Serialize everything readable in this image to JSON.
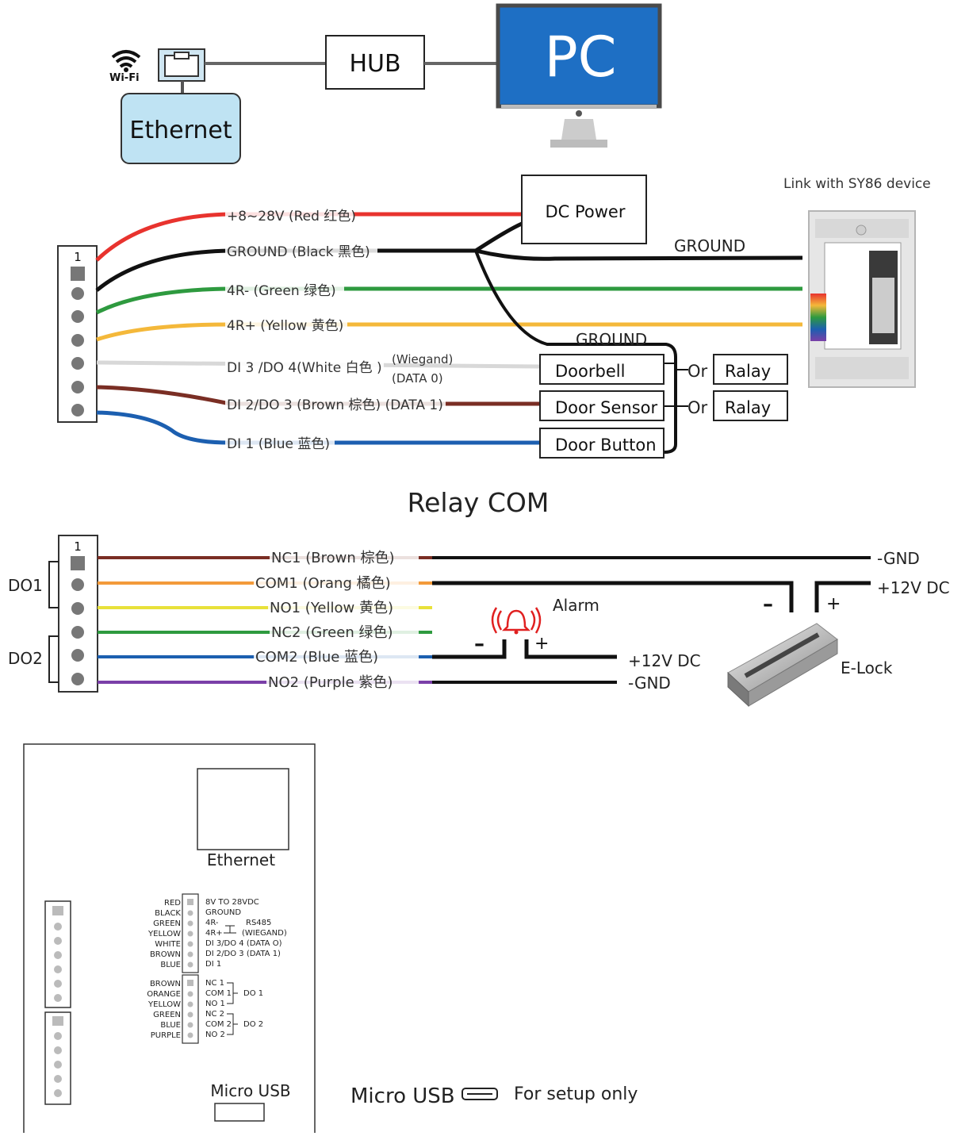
{
  "network": {
    "wifi": "Wi-Fi",
    "ethernet": "Ethernet",
    "hub": "HUB",
    "pc": "PC"
  },
  "wiring": {
    "dc_power": "DC Power",
    "link_device": "Link  with  SY86  device",
    "ground_top": "GROUND",
    "ground_mid": "GROUND",
    "pin1": "1",
    "wires": [
      {
        "label": "+8~28V (Red 红色)",
        "color": "#e8332e"
      },
      {
        "label": "GROUND (Black 黑色)",
        "color": "#111111"
      },
      {
        "label": "4R- (Green 绿色)",
        "color": "#2e9a3f"
      },
      {
        "label": "4R+ (Yellow 黄色)",
        "color": "#f4b83a"
      },
      {
        "label": "DI 3 /DO 4(White 白色 )",
        "color": "#d8d8d8"
      },
      {
        "label": "DI 2/DO 3 (Brown 棕色) (DATA 1)",
        "color": "#7a2e24"
      },
      {
        "label": "DI 1 (Blue 蓝色)",
        "color": "#1c5fb0"
      }
    ],
    "wiegand": "(Wiegand)",
    "data0": "(DATA 0)",
    "doorbell": "Doorbell",
    "door_sensor": "Door Sensor",
    "door_button": "Door Button",
    "or1": "Or",
    "or2": "Or",
    "relay1": "Ralay",
    "relay2": "Ralay"
  },
  "relay": {
    "title": "Relay COM",
    "pin1": "1",
    "do1": "DO1",
    "do2": "DO2",
    "wires": [
      {
        "label": "NC1 (Brown 棕色)",
        "color": "#7a2e24"
      },
      {
        "label": "COM1 (Orang 橘色)",
        "color": "#f39a3a"
      },
      {
        "label": "NO1 (Yellow 黄色)",
        "color": "#e8e13a"
      },
      {
        "label": "NC2 (Green 绿色)",
        "color": "#2e9a3f"
      },
      {
        "label": "COM2 (Blue 蓝色)",
        "color": "#1c5fb0"
      },
      {
        "label": "NO2 (Purple 紫色)",
        "color": "#7a3fa8"
      }
    ],
    "gnd_top": "-GND",
    "v12_top": "+12V DC",
    "alarm": "Alarm",
    "minus1": "–",
    "plus1": "+",
    "minus2": "–",
    "plus2": "+",
    "v12_alarm": "+12V DC",
    "gnd_alarm": "-GND",
    "elock": "E-Lock"
  },
  "board": {
    "ethernet": "Ethernet",
    "micro_usb": "Micro USB",
    "left_colors_top": [
      "RED",
      "BLACK",
      "GREEN",
      "YELLOW",
      "WHITE",
      "BROWN",
      "BLUE"
    ],
    "right_labels_top": [
      "8V TO 28VDC",
      "GROUND",
      "4R-",
      "4R+",
      "DI 3/DO 4 (DATA O)",
      "DI 2/DO 3 (DATA 1)",
      "DI 1"
    ],
    "rs485": "RS485",
    "wiegand": "(WIEGAND)",
    "left_colors_bottom": [
      "BROWN",
      "ORANGE",
      "YELLOW",
      "GREEN",
      "BLUE",
      "PURPLE"
    ],
    "right_labels_bottom": [
      "NC 1",
      "COM 1",
      "NO 1",
      "NC 2",
      "COM 2",
      "NO 2"
    ],
    "do1": "DO 1",
    "do2": "DO 2"
  },
  "footer": {
    "micro_usb": "Micro USB",
    "setup": "For setup only"
  }
}
